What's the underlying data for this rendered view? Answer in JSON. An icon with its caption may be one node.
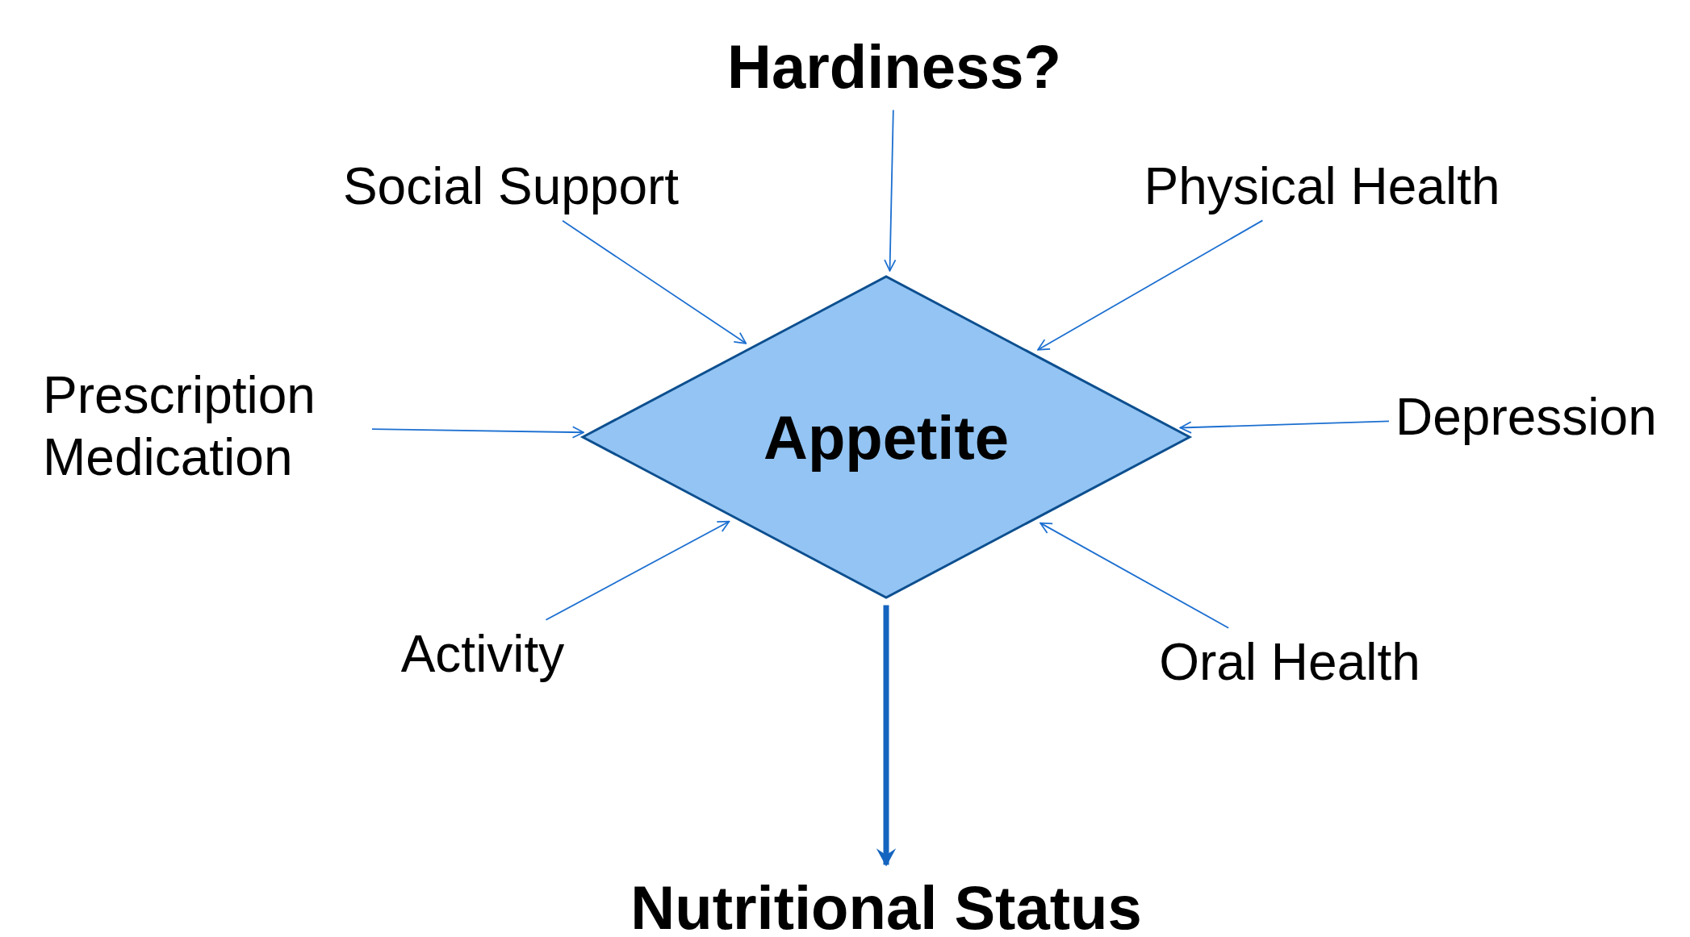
{
  "diagram": {
    "nodes": [
      {
        "text": [
          "Hardiness?"
        ]
      },
      {
        "text": [
          "Social Support"
        ]
      },
      {
        "text": [
          "Physical Health"
        ]
      },
      {
        "text": [
          "Prescription Medication"
        ]
      },
      {
        "text": [
          "Appetite"
        ]
      },
      {
        "text": [
          "Depression"
        ]
      },
      {
        "text": [
          "Activity"
        ]
      },
      {
        "text": [
          "Oral Health"
        ]
      },
      {
        "text": [
          "Nutritional Status"
        ]
      }
    ],
    "edges": [
      {
        "from": 0,
        "to": 4,
        "arrow": "to"
      },
      {
        "from": 1,
        "to": 4,
        "arrow": "to"
      },
      {
        "from": 2,
        "to": 4,
        "arrow": "to"
      },
      {
        "from": 3,
        "to": 4,
        "arrow": "to"
      },
      {
        "from": 5,
        "to": 4,
        "arrow": "to"
      },
      {
        "from": 6,
        "to": 4,
        "arrow": "to"
      },
      {
        "from": 7,
        "to": 4,
        "arrow": "to"
      },
      {
        "from": 4,
        "to": 8,
        "arrow": "to",
        "style": "thick"
      }
    ]
  }
}
